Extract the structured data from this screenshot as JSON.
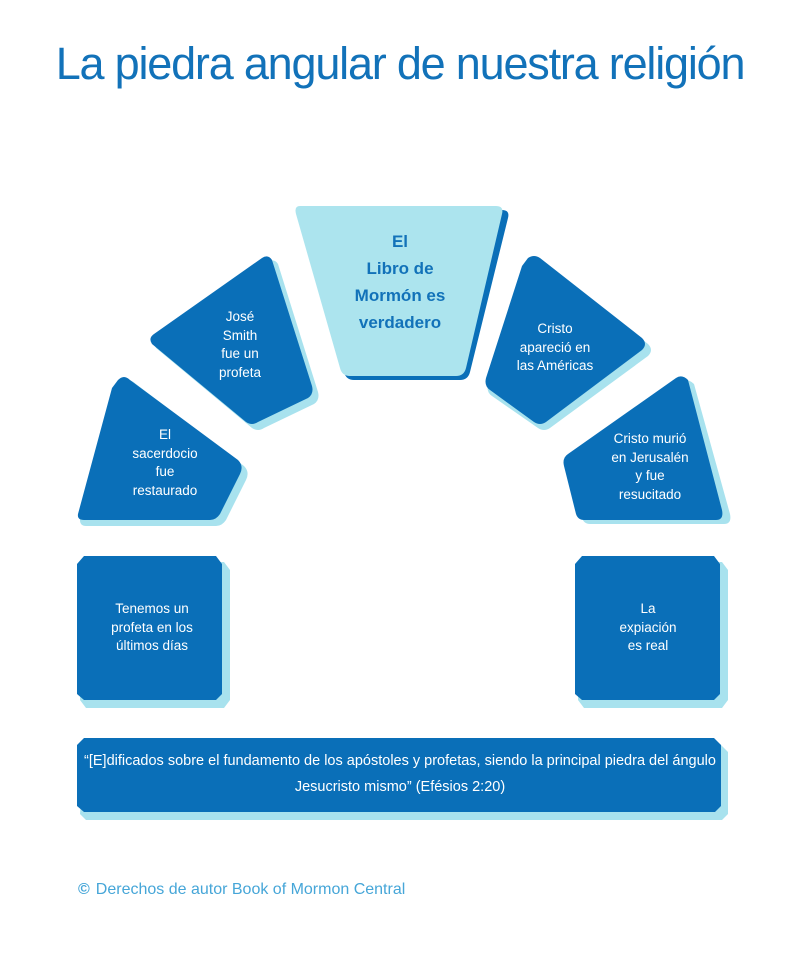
{
  "title": "La piedra angular de nuestra religión",
  "colors": {
    "title": "#1272b9",
    "stone": "#0a6fb8",
    "stone_shadow": "#a8e2ee",
    "keystone": "#ace4ee",
    "keystone_text": "#1272b9",
    "copyright": "#46a6d8"
  },
  "stones": [
    {
      "id": "left-base",
      "text": "Tenemos un\nprofeta en los\núltimos días"
    },
    {
      "id": "left-middle",
      "text": "El\nsacerdocio\nfue\nrestaurado"
    },
    {
      "id": "left-upper",
      "text": "José\nSmith\nfue un\nprofeta"
    },
    {
      "id": "keystone",
      "text": "El\nLibro de\nMormón es\nverdadero"
    },
    {
      "id": "right-upper",
      "text": "Cristo\napareció en\nlas Américas"
    },
    {
      "id": "right-middle",
      "text": "Cristo murió\nen Jerusalén\ny fue\nresucitado"
    },
    {
      "id": "right-base",
      "text": "La\nexpiación\nes real"
    }
  ],
  "foundation": {
    "quote": "“[E]dificados sobre el fundamento de los apóstoles y profetas, siendo la principal piedra del ángulo Jesucristo mismo” (Efésios 2:20)"
  },
  "copyright": {
    "icon": "copyright-icon",
    "symbol": "©",
    "text": "Derechos de autor Book of Mormon Central"
  }
}
